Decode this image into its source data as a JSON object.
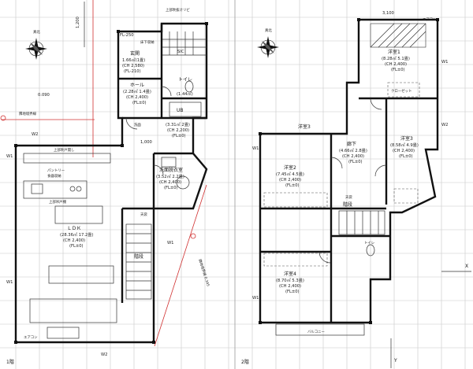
{
  "colors": {
    "line": "#111111",
    "grid": "#c8c8c8",
    "annotation": "#d03030",
    "background": "#ffffff"
  },
  "icons": {
    "north_arrow": "compass-star-icon",
    "column_marker": "square-marker-icon"
  },
  "north_label": "真北",
  "floor1": {
    "top_note": "上部吹抜けリビ",
    "dim_1200": "1,200",
    "fl_top": "FL-250",
    "storage": "床下収納",
    "entrance_name": "玄関",
    "entrance_area": "1.66㎡(1畳)",
    "entrance_ch": "(CH 2,580)",
    "entrance_fl": "(FL-210)",
    "sic": "SIC",
    "hall_name": "ホール",
    "hall_area": "(2.28㎡ 1.4畳)",
    "hall_ch": "(CH 2,400)",
    "hall_fl": "(FL±0)",
    "toilet_name": "トイレ",
    "toilet_area": "(1.44㎡)",
    "ub_name": "UB",
    "ub_area": "(3.31㎡ 2畳)",
    "ub_ch": "(CH 2,200)",
    "ub_fl": "(FL±0)",
    "vanity": "洗面",
    "dim_1000": "1,000",
    "dim_1090": "0.090",
    "living_upper": "上部吹戸開し",
    "pantry": "パントリー",
    "kitchen_storage": "食器収納",
    "kitchen": "上部吊戸棚",
    "washroom_name": "洗面脱衣室",
    "washroom_area": "(3.52㎡ 2.2畳)",
    "washroom_ch": "(CH 2,400)",
    "washroom_fl": "(FL±0)",
    "ldk_name": "ＬＤＫ",
    "ldk_area": "(28.36㎡ 17.2畳)",
    "ldk_ch": "(CH 2,400)",
    "ldk_fl": "(FL±0)",
    "stairs": "階段",
    "storage2": "天袋",
    "aircon": "エアコン",
    "window_w1": "W1",
    "window_w2": "W2",
    "floor_label": "1階",
    "road_label": "隣地境界線",
    "boundary_dim": "隣地境界線 0.345"
  },
  "floor2": {
    "dim_top": "3,100",
    "aircon": "エアコン",
    "room1_name": "洋室1",
    "room1_area": "(8.28㎡ 5.1畳)",
    "room1_ch": "(CH 2,400)",
    "room1_fl": "(FL±0)",
    "room2_name": "洋室2",
    "room2_area": "(7.45㎡ 4.5畳)",
    "room2_ch": "(CH 2,400)",
    "room2_fl": "(FL±0)",
    "room3_name": "洋室3",
    "room3_area": "(8.58㎡ 4.9畳)",
    "room3_ch": "(CH 2,400)",
    "room3_fl": "(FL±0)",
    "room4_name": "洋室4",
    "room4_area": "(8.70㎡ 5.3畳)",
    "room4_ch": "(CH 2,400)",
    "room4_fl": "(FL±0)",
    "corridor_name": "廊下",
    "corridor_area": "(4.66㎡ 2.8畳)",
    "corridor_ch": "(CH 2,400)",
    "corridor_fl": "(FL±0)",
    "toilet": "トイレ",
    "closet": "クローゼット",
    "storage": "天袋",
    "balcony": "バルコニー",
    "stairs": "階段",
    "window_w1": "W1",
    "window_w2": "W2",
    "floor_label": "2階",
    "axis_x": "X",
    "axis_y": "Y"
  }
}
